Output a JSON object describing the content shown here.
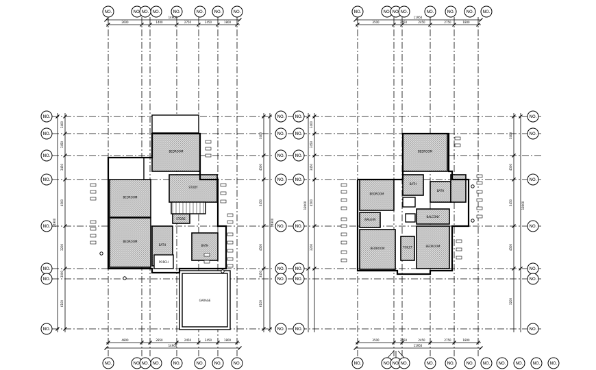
{
  "grid_label": "NO.",
  "plans": [
    {
      "id": "left",
      "top_dimensions": [
        "2600",
        "1400",
        "2750",
        "2450",
        "1800"
      ],
      "top_total": "14900",
      "bottom_dimensions": [
        "4800",
        "2850",
        "2450",
        "2450",
        "1800"
      ],
      "bottom_total": "14900",
      "left_dimensions": [
        "3400",
        "3450",
        "3450",
        "4500",
        "3200",
        "3000",
        "6100"
      ],
      "left_total": "24900",
      "right_dimensions": [
        "3400",
        "4500",
        "3450",
        "4500",
        "3450",
        "6100"
      ],
      "right_total": "24900",
      "room_labels": [
        "BEDROOM",
        "BEDROOM",
        "STUDY",
        "BEDROOM",
        "BATH",
        "BATH",
        "STORE",
        "PORCH",
        "GARAGE"
      ]
    },
    {
      "id": "right",
      "top_dimensions": [
        "3500",
        "2450",
        "2450",
        "2750",
        "1800"
      ],
      "top_total": "11950",
      "bottom_dimensions": [
        "3500",
        "2450",
        "2450",
        "2750",
        "1800"
      ],
      "bottom_total": "11950",
      "left_dimensions": [
        "3400",
        "3450",
        "3450",
        "4500",
        "3200"
      ],
      "left_total": "18000",
      "right_dimensions": [
        "3400",
        "4500",
        "3450",
        "4500",
        "3200"
      ],
      "right_total": "18000",
      "room_labels": [
        "BEDROOM",
        "BEDROOM",
        "BEDROOM",
        "BEDROOM",
        "BATH",
        "BATH",
        "TOILET",
        "BALCONY",
        "WALK-IN"
      ]
    }
  ]
}
